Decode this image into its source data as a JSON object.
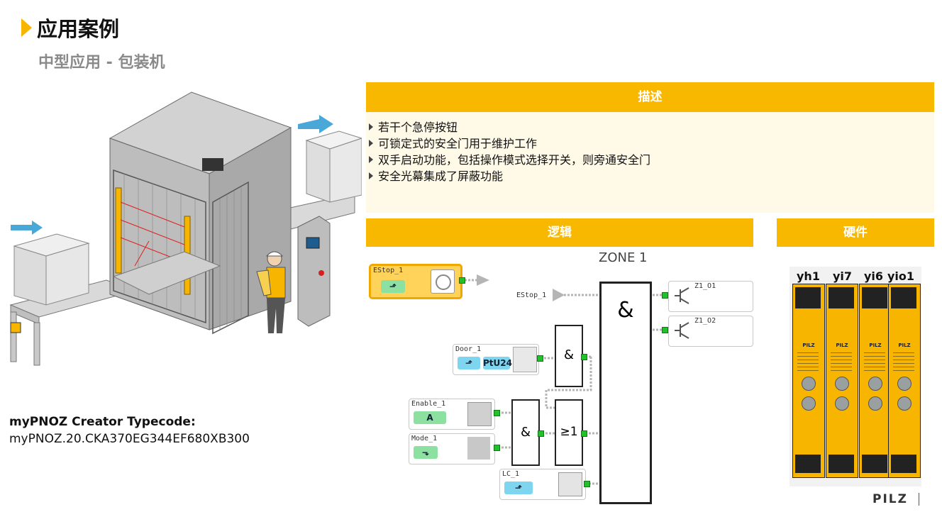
{
  "header": {
    "title": "应用案例",
    "subtitle": "中型应用 - 包装机"
  },
  "description": {
    "heading": "描述",
    "items": [
      "若干个急停按钮",
      "可锁定式的安全门用于维护工作",
      "双手启动功能，包括操作模式选择开关，则旁通安全门",
      "安全光幕集成了屏蔽功能"
    ]
  },
  "logic": {
    "heading": "逻辑",
    "zone": "ZONE 1",
    "inputs": {
      "estop": {
        "name": "EStop_1"
      },
      "door": {
        "name": "Door_1",
        "tag": "PtU24"
      },
      "enable": {
        "name": "Enable_1",
        "tag": "A"
      },
      "mode": {
        "name": "Mode_1"
      },
      "lc": {
        "name": "LC_1"
      }
    },
    "estop_ref": "EStop_1",
    "gates": {
      "and_door": "&",
      "and_enable": "&",
      "or": "≥1",
      "and_main": "&"
    },
    "outputs": [
      "Z1_O1",
      "Z1_O2"
    ]
  },
  "hardware": {
    "heading": "硬件",
    "modules": [
      "yh1",
      "yi7",
      "yi6",
      "yio1"
    ]
  },
  "typecode": {
    "label": "myPNOZ Creator Typecode:",
    "value": "myPNOZ.20.CKA370EG344EF680XB300"
  },
  "brand": "PILZ",
  "colors": {
    "accent": "#f8b800",
    "port_green": "#22c02a",
    "arrow_blue": "#4aa8d8"
  }
}
